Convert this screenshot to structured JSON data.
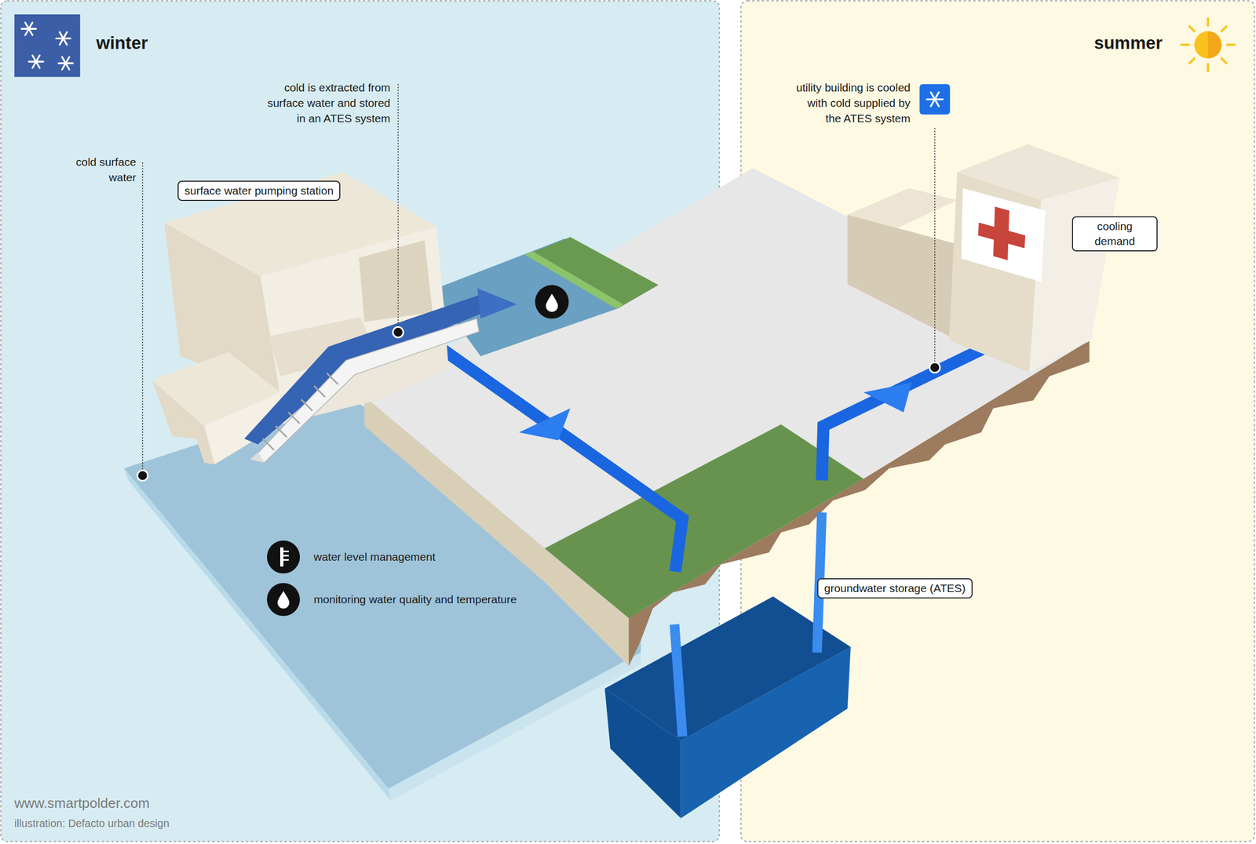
{
  "diagram": {
    "nodes": [
      {
        "text": [
          "winter"
        ]
      },
      {
        "text": [
          "surface water pumping station"
        ],
        "in": 0
      },
      {
        "text": [
          "summer"
        ]
      },
      {
        "text": [
          "cooling demand"
        ],
        "in": 2
      },
      {
        "text": [
          "groundwater storage (ATES)"
        ],
        "in": 2
      }
    ],
    "labels": [
      "cold surface water",
      "cold is extracted from surface water and stored in an ATES system",
      "utility building is cooled with cold supplied by the ATES system",
      "www.smartpolder.com",
      "illustration: Defacto urban design"
    ],
    "legend": [
      {
        "text": "water level management"
      },
      {
        "text": "monitoring water quality and temperature"
      }
    ]
  }
}
